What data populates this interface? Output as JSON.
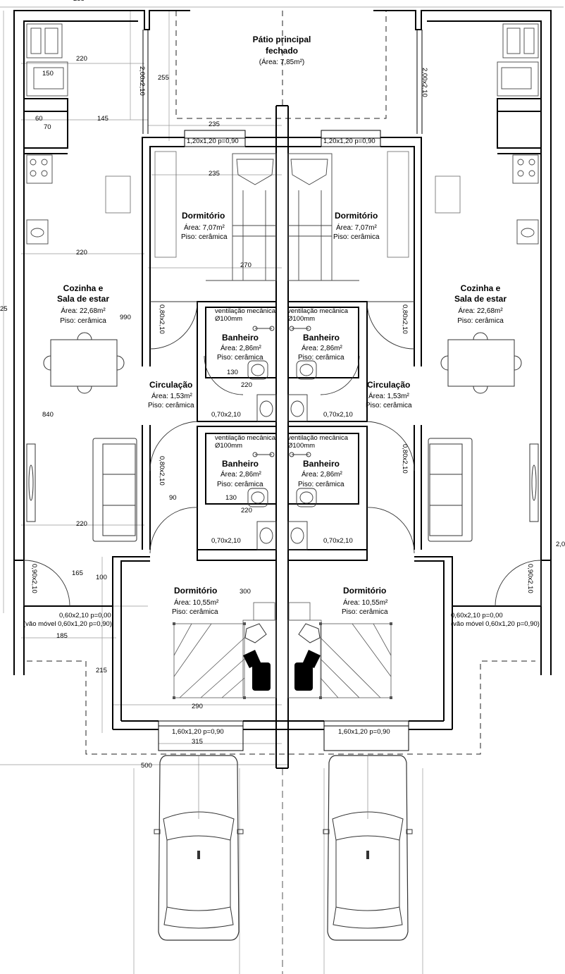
{
  "rooms": {
    "patio": {
      "name_line1": "Pátio principal",
      "name_line2": "fechado",
      "area": "(Área: 7,85m²)"
    },
    "dorm_top_left": {
      "name": "Dormitório",
      "area": "Área: 7,07m²",
      "floor": "Piso: cerâmica"
    },
    "dorm_top_right": {
      "name": "Dormitório",
      "area": "Área: 7,07m²",
      "floor": "Piso: cerâmica"
    },
    "kitchen_left": {
      "name_line1": "Cozinha e",
      "name_line2": "Sala de estar",
      "area": "Área: 22,68m²",
      "floor": "Piso: cerâmica"
    },
    "kitchen_right": {
      "name_line1": "Cozinha e",
      "name_line2": "Sala de estar",
      "area": "Área: 22,68m²",
      "floor": "Piso: cerâmica"
    },
    "bath1_left": {
      "vent": "ventilação mecânica",
      "diam": "Ø100mm",
      "name": "Banheiro",
      "area": "Área: 2,86m²",
      "floor": "Piso: cerâmica"
    },
    "bath1_right": {
      "vent": "ventilação mecânica",
      "diam": "Ø100mm",
      "name": "Banheiro",
      "area": "Área: 2,86m²",
      "floor": "Piso: cerâmica"
    },
    "bath2_left": {
      "vent": "ventilação mecânica",
      "diam": "Ø100mm",
      "name": "Banheiro",
      "area": "Área: 2,86m²",
      "floor": "Piso: cerâmica"
    },
    "bath2_right": {
      "vent": "ventilação mecânica",
      "diam": "Ø100mm",
      "name": "Banheiro",
      "area": "Área: 2,86m²",
      "floor": "Piso: cerâmica"
    },
    "circ_left": {
      "name": "Circulação",
      "area": "Área: 1,53m²",
      "floor": "Piso: cerâmica"
    },
    "circ_right": {
      "name": "Circulação",
      "area": "Área: 1,53m²",
      "floor": "Piso: cerâmica"
    },
    "dorm_bot_left": {
      "name": "Dormitório",
      "area": "Área: 10,55m²",
      "floor": "Piso: cerâmica"
    },
    "dorm_bot_right": {
      "name": "Dormitório",
      "area": "Área: 10,55m²",
      "floor": "Piso: cerâmica"
    }
  },
  "dims": {
    "d255_top": "255",
    "d220_a": "220",
    "d150": "150",
    "d255": "255",
    "d60": "60",
    "d70": "70",
    "d145": "145",
    "d235_a": "235",
    "d235_b": "235",
    "win_top_left": "1,20x1,20 p=0,90",
    "win_top_right": "1,20x1,20 p=0,90",
    "door_patio_left": "2,00x2,10",
    "door_patio_right": "2,00x2,10",
    "d220_b": "220",
    "d270": "270",
    "d25": "25",
    "d990": "990",
    "door_dorm_left": "0,80x2,10",
    "door_dorm_right": "0,80x2,10",
    "d130_a": "130",
    "d220_c": "220",
    "d840": "840",
    "door_bath1_left": "0,70x2,10",
    "door_bath1_right": "0,70x2,10",
    "door_dorm2_left": "0,80x2,10",
    "door_dorm2_right": "0,80x2,10",
    "d90": "90",
    "d130_b": "130",
    "d220_d": "220",
    "d220_e": "220",
    "door_bath2_left": "0,70x2,10",
    "door_bath2_right": "0,70x2,10",
    "d165": "165",
    "d100": "100",
    "d300": "300",
    "door_front_left": "0,90x2,10",
    "door_front_right": "0,90x2,10",
    "d200_right": "2,0",
    "vao_left_1": "0,60x2,10 p=0,00",
    "vao_left_2": "(vão móvel 0,60x1,20 p=0,90)",
    "vao_right_1": "0,60x2,10 p=0,00",
    "vao_right_2": "(vão móvel 0,60x1,20 p=0,90)",
    "d185": "185",
    "d215": "215",
    "d290": "290",
    "win_bot_left": "1,60x1,20 p=0,90",
    "win_bot_right": "1,60x1,20 p=0,90",
    "d315": "315",
    "d500": "500"
  },
  "colors": {
    "wall": "#000000",
    "line": "#222222",
    "dim": "#888888"
  }
}
